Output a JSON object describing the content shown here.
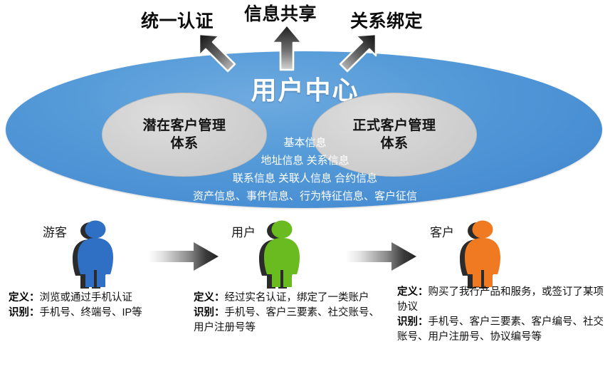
{
  "title": "用户中心",
  "colors": {
    "blue_ellipse": "#4a90d4",
    "grey_ellipse": "#d2d2d2",
    "persona_tourist": "#2f6fc4",
    "persona_user": "#69bb1f",
    "persona_customer": "#ef7a21",
    "persona_shadow": "#2b2b2b",
    "arrow_dark": "#2b2b2b",
    "text_dark": "#0d0d0d",
    "text_white": "#ffffff"
  },
  "top_labels": [
    {
      "text": "统一认证",
      "icon": "arrow-up-left-icon"
    },
    {
      "text": "信息共享",
      "icon": "arrow-up-icon"
    },
    {
      "text": "关系绑定",
      "icon": "arrow-up-right-icon"
    }
  ],
  "center": {
    "title": "用户中心",
    "sub_groups": [
      {
        "text": "潜在客户管理\n体系",
        "line1": "潜在客户管理",
        "line2": "体系"
      },
      {
        "text": "正式客户管理\n体系",
        "line1": "正式客户管理",
        "line2": "体系"
      }
    ],
    "info_lines": [
      "基本信息",
      "地址信息  关系信息",
      "联系信息  关联人信息  合约信息",
      "资产信息、事件信息、行为特征信息、客户征信"
    ]
  },
  "personas": [
    {
      "label": "游客",
      "color": "#2f6fc4",
      "icon": "person-icon",
      "definition_key": "定义：",
      "definition_value": "浏览或通过手机认证",
      "identify_key": "识别：",
      "identify_value": "手机号、终端号、IP等"
    },
    {
      "label": "用户",
      "color": "#69bb1f",
      "icon": "person-icon",
      "definition_key": "定义：",
      "definition_value": "经过实名认证，绑定了一类账户",
      "identify_key": "识别：",
      "identify_value": "手机号、客户三要素、社交账号、用户注册号等"
    },
    {
      "label": "客户",
      "color": "#ef7a21",
      "icon": "person-icon",
      "definition_key": "定义：",
      "definition_value": "购买了我行产品和服务，或签订了某项协议",
      "identify_key": "识别：",
      "identify_value": "手机号、客户三要素、客户编号、社交账号、用户注册号、协议编号等"
    }
  ],
  "flow_arrows": [
    {
      "icon": "arrow-right-icon",
      "from": "游客",
      "to": "用户"
    },
    {
      "icon": "arrow-right-icon",
      "from": "用户",
      "to": "客户"
    }
  ]
}
